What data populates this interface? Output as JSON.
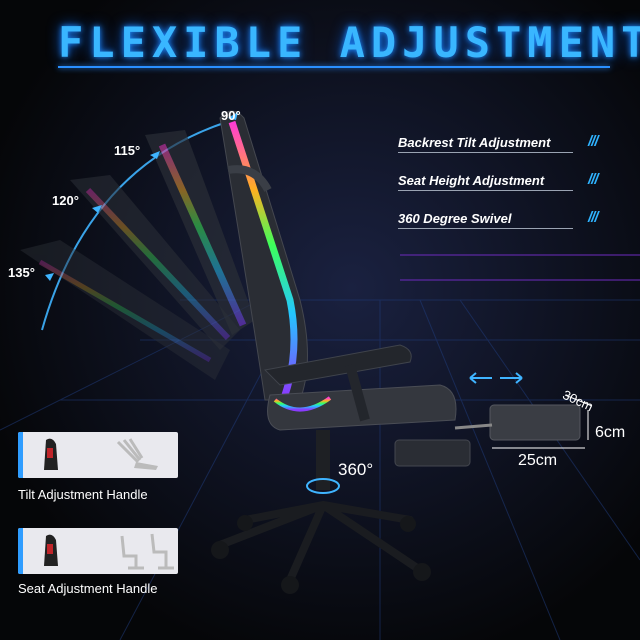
{
  "title": "FLEXIBLE ADJUSTMENT",
  "features": [
    {
      "label": "Backrest Tilt Adjustment",
      "marker": "///"
    },
    {
      "label": "Seat Height Adjustment",
      "marker": "///"
    },
    {
      "label": "360 Degree Swivel",
      "marker": "///"
    }
  ],
  "angles": {
    "a90": "90°",
    "a115": "115°",
    "a120": "120°",
    "a135": "135°"
  },
  "swivel": "360°",
  "footrest": {
    "width": "25cm",
    "height": "6cm",
    "depth": "30cm"
  },
  "handles": [
    {
      "label": "Tilt Adjustment Handle"
    },
    {
      "label": "Seat Adjustment Handle"
    }
  ],
  "colors": {
    "accent": "#39b6ff",
    "background": "#050608"
  }
}
